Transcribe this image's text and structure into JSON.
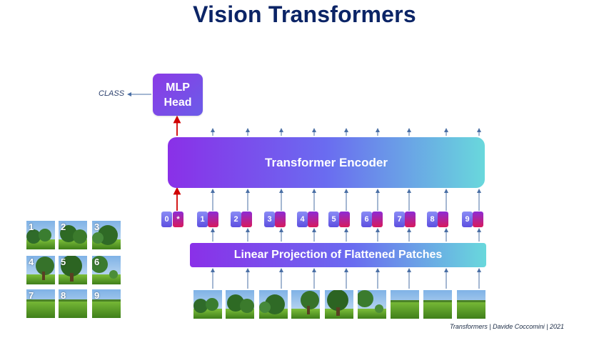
{
  "title": "Vision Transformers",
  "mlp_head": {
    "line1": "MLP",
    "line2": "Head"
  },
  "class_label": "CLASS",
  "encoder_label": "Transformer Encoder",
  "linear_label": "Linear Projection of Flattened Patches",
  "class_token_pos": "0",
  "class_token_mark": "*",
  "position_labels": [
    "1",
    "2",
    "3",
    "4",
    "5",
    "6",
    "7",
    "8",
    "9"
  ],
  "grid_labels": [
    "1",
    "2",
    "3",
    "4",
    "5",
    "6",
    "7",
    "8",
    "9"
  ],
  "footer": "Transformers | Davide Coccomini | 2021",
  "colors": {
    "title": "#0b2466",
    "arrow": "#4a6fa5",
    "class_arrow": "#d00000"
  }
}
